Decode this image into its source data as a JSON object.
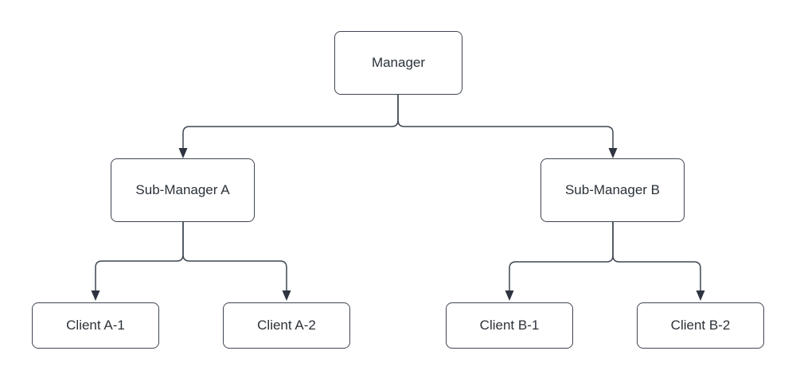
{
  "diagram": {
    "type": "org-chart",
    "nodes": {
      "manager": {
        "label": "Manager"
      },
      "sub_a": {
        "label": "Sub-Manager A"
      },
      "sub_b": {
        "label": "Sub-Manager B"
      },
      "client_a1": {
        "label": "Client A-1"
      },
      "client_a2": {
        "label": "Client A-2"
      },
      "client_b1": {
        "label": "Client B-1"
      },
      "client_b2": {
        "label": "Client B-2"
      }
    },
    "edges": [
      {
        "from": "manager",
        "to": "sub_a",
        "arrow": "filled-triangle"
      },
      {
        "from": "manager",
        "to": "sub_b",
        "arrow": "filled-triangle"
      },
      {
        "from": "sub_a",
        "to": "client_a1",
        "arrow": "filled-triangle"
      },
      {
        "from": "sub_a",
        "to": "client_a2",
        "arrow": "filled-triangle"
      },
      {
        "from": "sub_b",
        "to": "client_b1",
        "arrow": "filled-triangle"
      },
      {
        "from": "sub_b",
        "to": "client_b2",
        "arrow": "filled-triangle"
      }
    ],
    "colors": {
      "background": "#ffffff",
      "node_fill": "#ffffff",
      "node_border": "#3f4652",
      "connector": "#3f4652",
      "arrowhead": "#2e3440",
      "text": "#2b3138"
    }
  }
}
